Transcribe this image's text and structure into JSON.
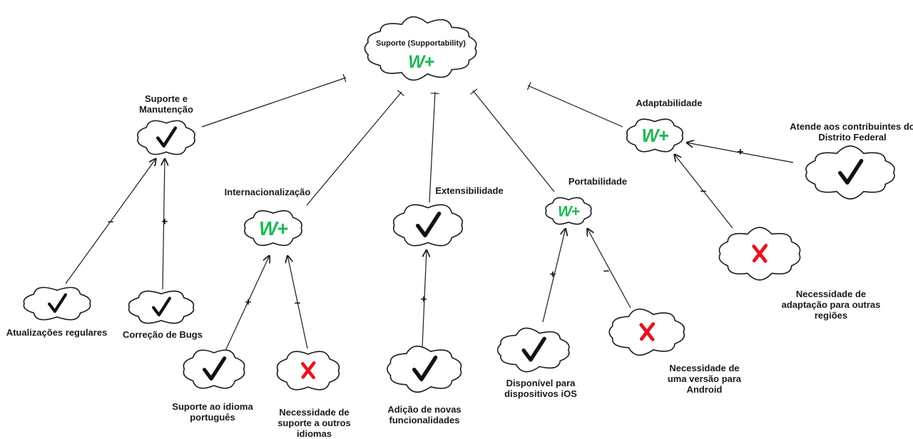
{
  "diagram": {
    "root": {
      "label": "Suporte (Supportability)",
      "mark": "W+"
    },
    "nodes": {
      "suporte_manutencao": {
        "label": "Suporte e Manutenção",
        "mark": "check"
      },
      "internacionalizacao": {
        "label": "Internacionalização",
        "mark": "W+"
      },
      "extensibilidade": {
        "label": "Extensibilidade",
        "mark": "check"
      },
      "portabilidade": {
        "label": "Portabilidade",
        "mark": "W+"
      },
      "adaptabilidade": {
        "label": "Adaptabilidade",
        "mark": "W+"
      },
      "atualizacoes": {
        "label": "Atualizações regulares",
        "mark": "check"
      },
      "correcao_bugs": {
        "label": "Correção de Bugs",
        "mark": "check"
      },
      "idioma_portugues": {
        "label": "Suporte ao idioma português",
        "mark": "check"
      },
      "outros_idiomas": {
        "label": "Necessidade de suporte a outros idiomas",
        "mark": "cross"
      },
      "novas_funcionalidades": {
        "label": "Adição de novas funcionalidades",
        "mark": "check"
      },
      "ios": {
        "label": "Disponível para dispositivos iOS",
        "mark": "check"
      },
      "android": {
        "label": "Necessidade de uma versão para Android",
        "mark": "cross"
      },
      "distrito_federal": {
        "label": "Atende aos contribuintes do Distrito Federal",
        "mark": "check"
      },
      "outras_regioes": {
        "label": "Necessidade de adaptação para outras regiões",
        "mark": "cross"
      }
    },
    "contributions": {
      "atualizacoes": "–",
      "correcao_bugs": "+",
      "idioma_portugues": "+",
      "outros_idiomas": "–",
      "novas_funcionalidades": "+",
      "ios": "+",
      "android": "–",
      "distrito_federal": "+",
      "outras_regioes": "–"
    },
    "colors": {
      "weak_positive": "#1db954",
      "check": "#111111",
      "cross": "#e8141e",
      "outline": "#1a1a1a"
    }
  }
}
